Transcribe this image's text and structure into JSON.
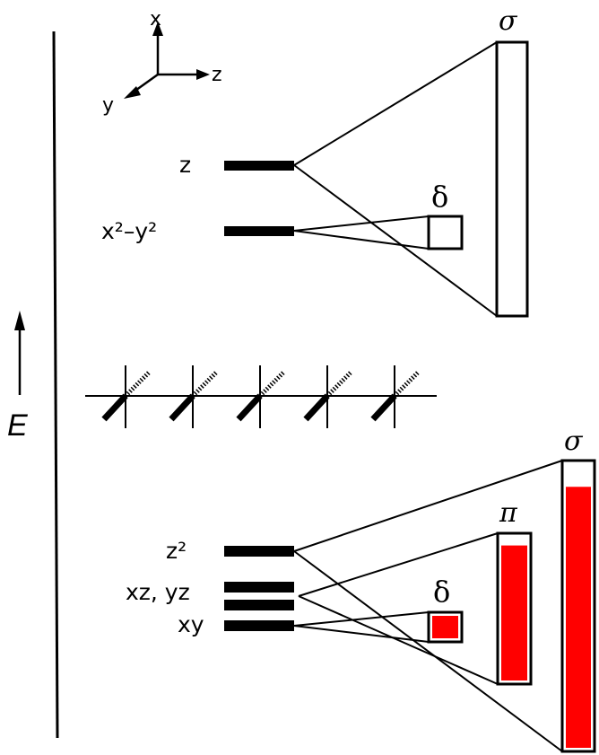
{
  "colors": {
    "ink": "#000000",
    "fill": "#ff0000",
    "background": "#ffffff"
  },
  "axes": {
    "x": "x",
    "y": "y",
    "z": "z"
  },
  "energy_axis": {
    "label": "E",
    "direction": "up"
  },
  "top_panel": {
    "orbitals": [
      {
        "id": "z",
        "label": "z"
      },
      {
        "id": "x2-y2",
        "label": "x²–y²"
      }
    ],
    "bands": [
      {
        "id": "sigma",
        "label": "σ",
        "filled_fraction": 0.0
      },
      {
        "id": "delta",
        "label": "δ",
        "filled_fraction": 0.0
      }
    ]
  },
  "bottom_panel": {
    "orbitals": [
      {
        "id": "z2",
        "label": "z²"
      },
      {
        "id": "xz-yz",
        "label": "xz, yz"
      },
      {
        "id": "xy",
        "label": "xy"
      }
    ],
    "bands": [
      {
        "id": "sigma",
        "label": "σ",
        "filled_fraction": 0.92
      },
      {
        "id": "pi",
        "label": "π",
        "filled_fraction": 0.94
      },
      {
        "id": "delta",
        "label": "δ",
        "filled_fraction": 1.0
      }
    ]
  },
  "chain": {
    "atom_count": 5
  }
}
